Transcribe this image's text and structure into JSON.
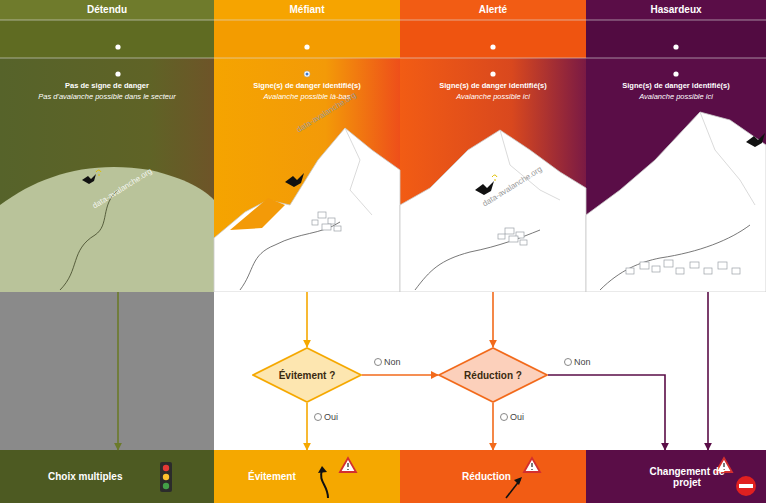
{
  "diagram": {
    "nodes": [
      {
        "text": [
          "Détendu",
          "Pas de signe de danger",
          "Pas d'avalanche possible dans le secteur"
        ]
      },
      {
        "text": [
          "Méfiant",
          "Signe(s) de danger identifié(s)",
          "Avalanche possible là-bas"
        ]
      },
      {
        "text": [
          "Alerté",
          "Signe(s) de danger identifié(s)",
          "Avalanche possible ici"
        ]
      },
      {
        "text": [
          "Hasardeux",
          "Signe(s) de danger identifié(s)",
          "Avalanche possible ici"
        ]
      },
      {
        "text": [
          "Évitement ?"
        ]
      },
      {
        "text": [
          "Réduction ?"
        ]
      },
      {
        "text": [
          "Choix multiples"
        ]
      },
      {
        "text": [
          "Évitement"
        ]
      },
      {
        "text": [
          "Réduction"
        ]
      },
      {
        "text": [
          "Changement de projet"
        ]
      }
    ],
    "edges": [
      {
        "from": 0,
        "to": 6,
        "arrow": "to"
      },
      {
        "from": 1,
        "to": 4,
        "arrow": "to"
      },
      {
        "from": 4,
        "to": 5,
        "label": "Non",
        "arrow": "to"
      },
      {
        "from": 4,
        "to": 7,
        "label": "Oui",
        "arrow": "to"
      },
      {
        "from": 2,
        "to": 5,
        "arrow": "to"
      },
      {
        "from": 5,
        "to": 9,
        "label": "Non",
        "arrow": "to"
      },
      {
        "from": 5,
        "to": 8,
        "label": "Oui",
        "arrow": "to"
      },
      {
        "from": 3,
        "to": 9,
        "arrow": "to"
      }
    ],
    "labels": [
      "data-avalanche.org",
      "data-avalanche.org",
      "data-avalanche.org"
    ]
  }
}
